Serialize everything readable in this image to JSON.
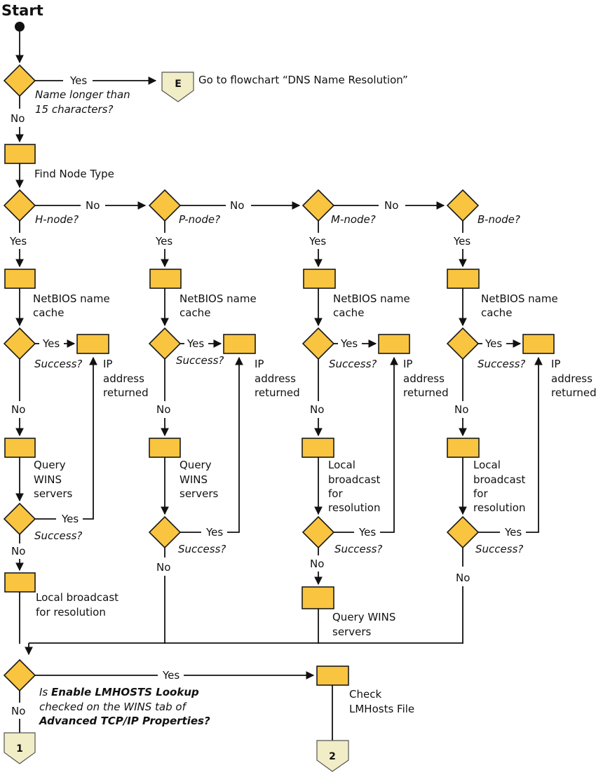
{
  "title": "Start",
  "labels": {
    "yes": "Yes",
    "no": "No",
    "success": "Success?",
    "netbios_line1": "NetBIOS name",
    "netbios_line2": "cache",
    "ip_line1": "IP",
    "ip_line2": "address",
    "ip_line3": "returned"
  },
  "top": {
    "question_line1": "Name longer than",
    "question_line2": "15 characters?",
    "connector_e": "E",
    "goto": "Go to flowchart “DNS Name Resolution”",
    "find_node": "Find Node Type"
  },
  "nodes": [
    "H-node?",
    "P-node?",
    "M-node?",
    "B-node?"
  ],
  "query_wins": {
    "line1": "Query",
    "line2": "WINS",
    "line3": "servers",
    "single_line1": "Query WINS",
    "single_line2": "servers"
  },
  "local_broadcast": {
    "line1": "Local broadcast",
    "line2": "for resolution",
    "short1": "Local",
    "short2": "broadcast",
    "short3": "for",
    "short4": "resolution"
  },
  "lmhosts": {
    "q_prefix": "Is ",
    "q_bold": "Enable LMHOSTS Lookup",
    "q_line2": "checked on the WINS tab of",
    "q_line3": "Advanced TCP/IP Properties?",
    "check_line1": "Check",
    "check_line2": "LMHosts File"
  },
  "connectors": {
    "one": "1",
    "two": "2"
  },
  "colors": {
    "shape_fill": "#f9c43f",
    "terminal_fill": "#f1edc6",
    "line": "#111111"
  }
}
